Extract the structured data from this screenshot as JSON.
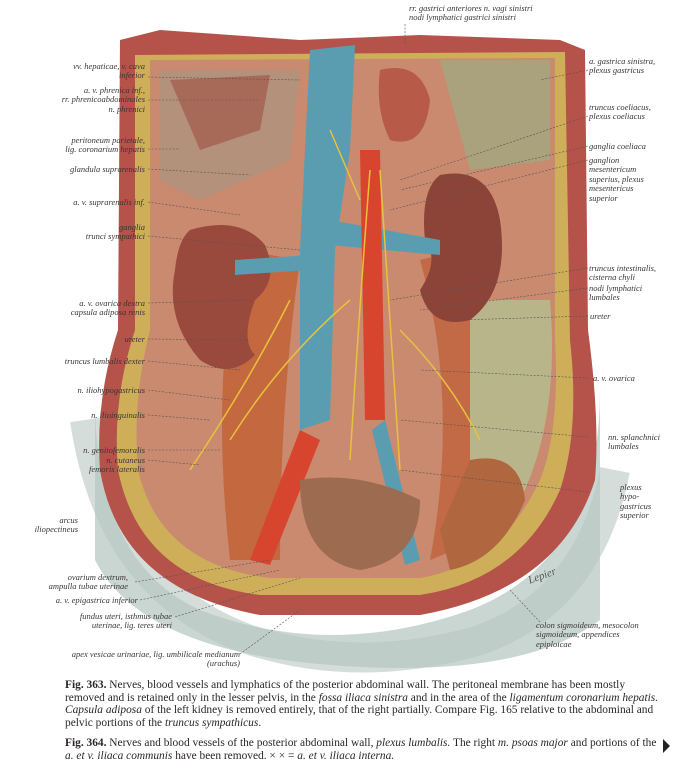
{
  "labels_left": [
    [
      "vv. hepaticae, v. cava",
      "inferior"
    ],
    [
      "a. v. phrenica inf.,",
      "rr. phrenicoabdominales",
      "n. phrenici"
    ],
    [
      "peritoneum parietale,",
      "lig. coronarium hepatis"
    ],
    [
      "glandula suprarenalis"
    ],
    [
      "a. v. suprarenalis inf."
    ],
    [
      "ganglia",
      "trunci sympathici"
    ],
    [
      "a. v. ovarica dextra",
      "capsula adiposa renis"
    ],
    [
      "ureter"
    ],
    [
      "truncus lumbalis dexter"
    ],
    [
      "n. iliohypogastricus"
    ],
    [
      "n. ilioinguinalis"
    ],
    [
      "n. genitofemoralis"
    ],
    [
      "n. cutaneus",
      "femoris lateralis"
    ],
    [
      "arcus",
      "iliopectineus"
    ],
    [
      "ovarium dextrum,",
      "ampulla tubae uterinae"
    ],
    [
      "a. v. epigastrica inferior"
    ],
    [
      "fundus uteri, isthmus tubae",
      "uterinae, lig. teres uteri"
    ],
    [
      "apex vesicae urinariae, lig. umbilicale medianum",
      "(urachus)"
    ]
  ],
  "labels_right": [
    [
      "a. gastrica sinistra,",
      "plexus gastricus"
    ],
    [
      "truncus coeliacus,",
      "plexus coeliacus"
    ],
    [
      "ganglia coeliaca"
    ],
    [
      "ganglion",
      "mesentericum",
      "superius, plexus",
      "mesentericus",
      "superior"
    ],
    [
      "truncus intestinalis,",
      "cisterna chyli"
    ],
    [
      "nodi lymphatici",
      "lumbales"
    ],
    [
      "ureter"
    ],
    [
      "a. v. ovarica"
    ],
    [
      "nn. splanchnici",
      "lumbales"
    ],
    [
      "plexus",
      "hypo-",
      "gastricus",
      "superior"
    ],
    [
      "colon sigmoideum, mesocolon",
      "sigmoideum, appendices",
      "epiploicae"
    ]
  ],
  "label_top": [
    "rr. gastrici anteriores n. vagi sinistri",
    "nodi lymphatici gastrici sinistri"
  ],
  "signature": "Lepier",
  "captions": {
    "fig363": {
      "num": "Fig. 363.",
      "t1": " Nerves, blood vessels and lymphatics of the posterior abdominal wall. The peritoneal membrane has been mostly removed and is retained only in the lesser pelvis, in the ",
      "i1": "fossa iliaca sinistra",
      "t2": " and in the area of the ",
      "i2": "ligamentum coronarium hepatis. Capsula adiposa",
      "t3": " of the left kidney is removed entirely, that of the right partially. Compare Fig. 165 relative to the abdominal and pelvic portions of the ",
      "i3": "truncus sympathicus",
      "t4": "."
    },
    "fig364": {
      "num": "Fig. 364.",
      "t1": " Nerves and blood vessels of the posterior abdominal wall, ",
      "i1": "plexus lumbalis.",
      "t2": " The right ",
      "i2": "m. psoas major",
      "t3": " and portions of the ",
      "i3": "a. et v. iliaca communis",
      "t4": " have been removed. × × = ",
      "i4": "a. et v. iliaca interna."
    }
  },
  "colors": {
    "wall": "#b5524a",
    "fat": "#cfae5a",
    "vein": "#5a9db0",
    "artery": "#d8452e",
    "kidney": "#9a4a3c",
    "peritoneum": "#c9d6d2"
  }
}
